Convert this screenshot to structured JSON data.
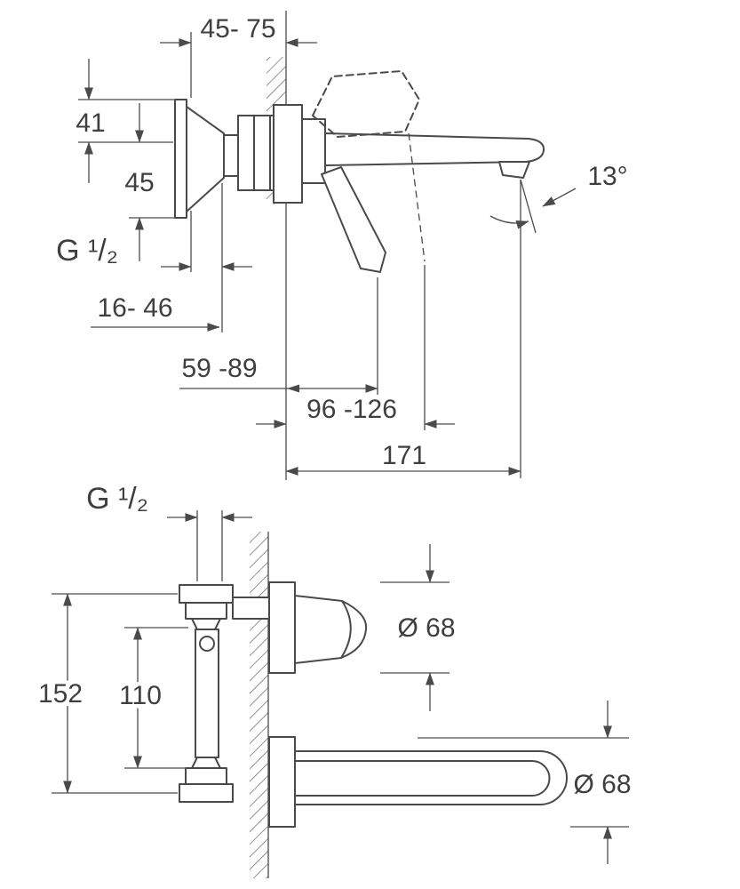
{
  "meta": {
    "title": "Wall-mounted two-hole basin mixer installation drawing"
  },
  "colors": {
    "background": "#ffffff",
    "line": "#4a4a4a",
    "text": "#3f3f3f"
  },
  "top_view": {
    "dim_depth_range": "45- 75",
    "dim_top_offset": "41",
    "dim_bottom_offset": "45",
    "thread_label": "G ¹/₂",
    "dim_trim_range": "16- 46",
    "dim_escutcheon_range": "59 -89",
    "dim_lever_range": "96 -126",
    "dim_spout_projection": "171",
    "dim_spout_angle": "13°"
  },
  "bottom_view": {
    "thread_label": "G ¹/₂",
    "dim_overall_height": "152",
    "dim_port_distance": "110",
    "dim_diameter_top": "Ø 68",
    "dim_diameter_bottom": "Ø 68"
  }
}
